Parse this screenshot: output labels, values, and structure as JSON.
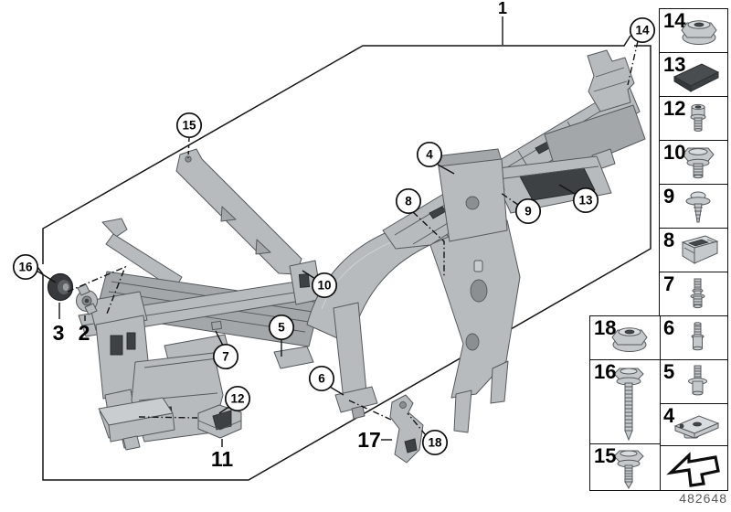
{
  "main_diagram": {
    "part_labels": {
      "p1": "1",
      "p2": "2",
      "p3": "3",
      "p11": "11",
      "p17": "17"
    },
    "callouts": {
      "c4": "4",
      "c5": "5",
      "c6": "6",
      "c7": "7",
      "c8": "8",
      "c9": "9",
      "c10": "10",
      "c12": "12",
      "c13": "13",
      "c14": "14",
      "c15": "15",
      "c16": "16",
      "c18": "18"
    }
  },
  "sidebar": {
    "main_column": [
      {
        "number": "14",
        "icon": "flange-nut-icon"
      },
      {
        "number": "13",
        "icon": "foam-pad-icon"
      },
      {
        "number": "12",
        "icon": "torx-screw-icon"
      },
      {
        "number": "10",
        "icon": "hex-flange-bolt-icon"
      },
      {
        "number": "9",
        "icon": "washer-screw-icon"
      },
      {
        "number": "8",
        "icon": "cage-nut-icon"
      },
      {
        "number": "7",
        "icon": "stud-bolt-icon"
      },
      {
        "number": "6",
        "icon": "weld-stud-icon"
      },
      {
        "number": "5",
        "icon": "collar-stud-icon"
      },
      {
        "number": "4",
        "icon": "clamp-nut-icon"
      },
      {
        "number": "",
        "icon": "continue-arrow-icon"
      }
    ],
    "aux_column": [
      {
        "number": "18",
        "icon": "flange-nut-icon"
      },
      {
        "number": "16",
        "icon": "long-hex-screw-icon"
      },
      {
        "number": "15",
        "icon": "short-hex-screw-icon"
      }
    ]
  },
  "footer": {
    "drawing_number": "482648"
  },
  "colors": {
    "background": "#ffffff",
    "part_fill": "#b7bbbd",
    "part_shade": "#a3a7a9",
    "part_dark": "#3e4144",
    "outline": "#55595c",
    "line": "#141414"
  }
}
